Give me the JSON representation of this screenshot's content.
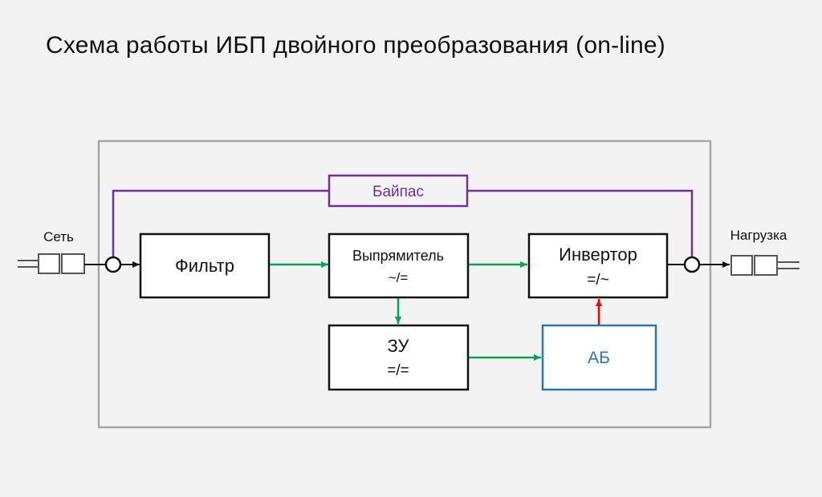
{
  "title": "Схема работы ИБП двойного преобразования (on-line)",
  "labels": {
    "input": "Сеть",
    "output": "Нагрузка"
  },
  "bypass": {
    "label": "Байпас"
  },
  "blocks": {
    "filter": {
      "label": "Фильтр"
    },
    "rectifier": {
      "label": "Выпрямитель",
      "symbol": "~/="
    },
    "inverter": {
      "label": "Инвертор",
      "symbol": "=/~"
    },
    "charger": {
      "label": "ЗУ",
      "symbol": "=/="
    },
    "battery": {
      "label": "АБ"
    }
  },
  "colors": {
    "bypass": "#7030a0",
    "power_flow": "#00a650",
    "battery_flow": "#ff0000",
    "battery": "#2e75b6",
    "frame": "#a6a6a6",
    "block": "#111111"
  }
}
